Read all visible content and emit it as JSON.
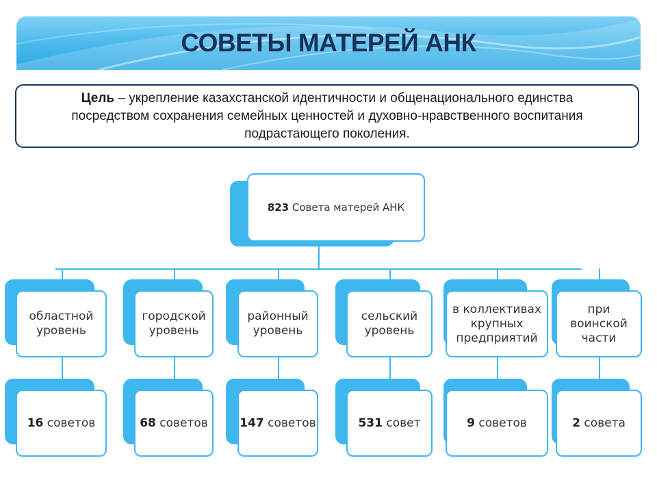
{
  "title": "СОВЕТЫ МАТЕРЕЙ АНК",
  "goal": {
    "label": "Цель",
    "text": " – укрепление казахстанской идентичности и общенационального единства посредством сохранения семейных ценностей и духовно-нравственного воспитания подрастающего поколения."
  },
  "root": {
    "number": "823",
    "text": " Совета матерей АНК"
  },
  "levels": [
    {
      "label": "областной уровень",
      "number": "16",
      "suffix": " советов"
    },
    {
      "label": "городской уровень",
      "number": "68",
      "suffix": " советов"
    },
    {
      "label": "районный уровень",
      "number": "147",
      "suffix": " советов"
    },
    {
      "label": "сельский уровень",
      "number": "531",
      "suffix": " совет"
    },
    {
      "label": "в коллективах крупных предприятий",
      "number": "9",
      "suffix": " советов"
    },
    {
      "label": "при воинской части",
      "number": "2",
      "suffix": " совета"
    }
  ],
  "colors": {
    "accent": "#3db7ee",
    "title": "#14325a",
    "border": "#17365d"
  }
}
